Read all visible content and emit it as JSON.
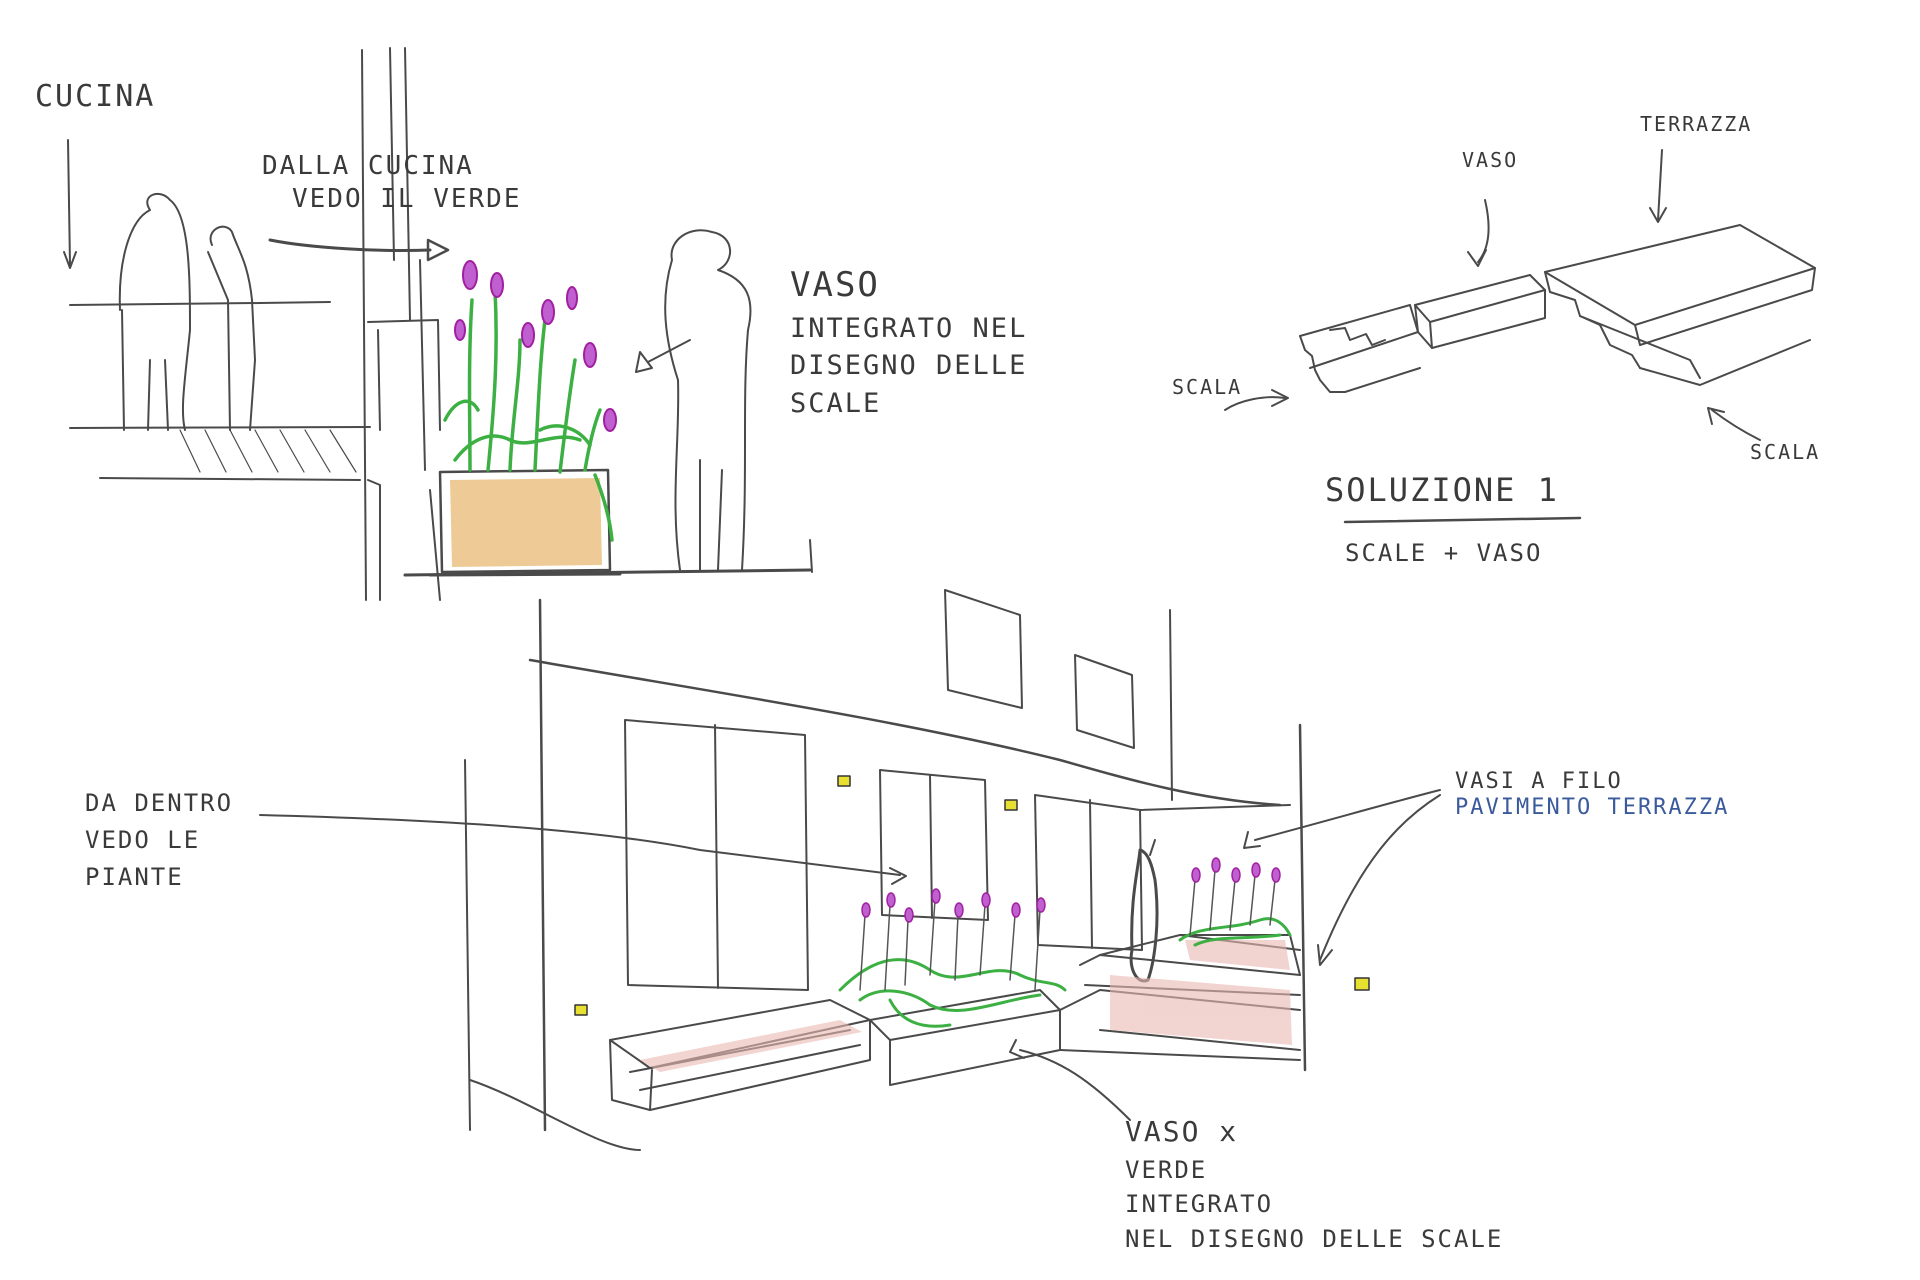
{
  "labels": {
    "kitchen": "CUCINA",
    "kitchen_view": [
      "DALLA CUCINA",
      "VEDO IL VERDE"
    ],
    "integrated_planter": [
      "VASO",
      "INTEGRATO NEL",
      "DISEGNO DELLE",
      "SCALE"
    ],
    "vaso": "VASO",
    "terrazza": "TERRAZZA",
    "scala_left": "SCALA",
    "scala_right": "SCALA",
    "solution_title": "SOLUZIONE 1",
    "solution_subtitle": "SCALE + VASO",
    "inside_view": [
      "DA DENTRO",
      "VEDO LE",
      "PIANTE"
    ],
    "pots_line": "VASI A FILO",
    "terrace_floor_line": "PAVIMENTO TERRAZZA",
    "planter_green": [
      "VASO x",
      "VERDE",
      "INTEGRATO",
      "NEL DISEGNO DELLE SCALE"
    ]
  },
  "colors": {
    "pencil": "#4a4a4a",
    "green": "#3cb043",
    "purple": "#a020a0",
    "orange": "#e0a040",
    "pink": "#e9b7b0",
    "yellow": "#e8e030",
    "blue_ink": "#3a5a9c"
  }
}
